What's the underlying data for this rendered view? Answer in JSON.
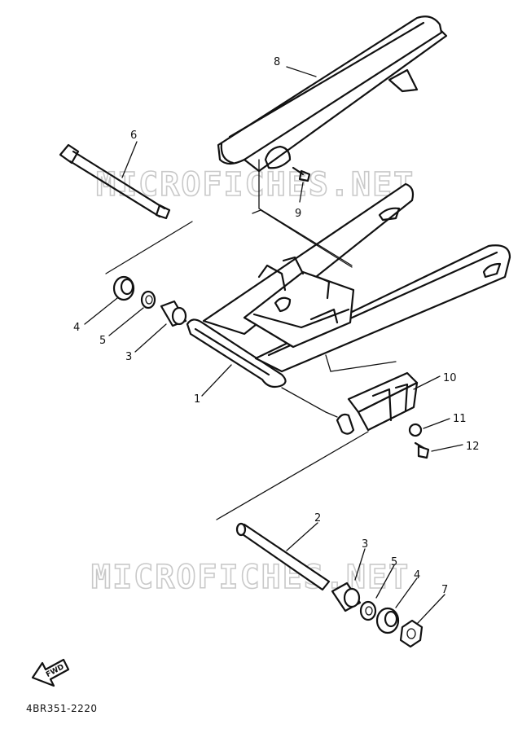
{
  "watermark": "MICROFICHES.NET",
  "diagram_code": "4BR351-2220",
  "direction_label": "FWD",
  "callouts": {
    "c1": "1",
    "c2": "2",
    "c3a": "3",
    "c3b": "3",
    "c4a": "4",
    "c4b": "4",
    "c5a": "5",
    "c5b": "5",
    "c6": "6",
    "c7": "7",
    "c8": "8",
    "c9": "9",
    "c10": "10",
    "c11": "11",
    "c12": "12"
  }
}
